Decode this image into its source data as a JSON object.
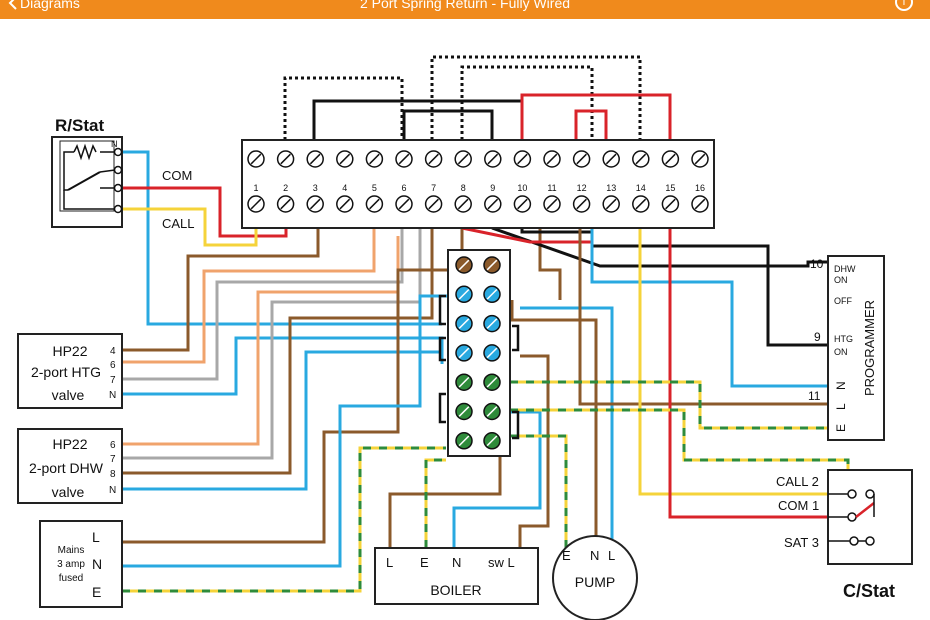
{
  "header": {
    "back_label": "Diagrams",
    "title": "2 Port Spring Return - Fully Wired",
    "info_icon": "info-icon",
    "color": "#f08a1c"
  },
  "rstat": {
    "title": "R/Stat",
    "terminal_n": "N",
    "com": "COM",
    "call": "CALL"
  },
  "terminal_strip": {
    "numbers": [
      "1",
      "2",
      "3",
      "4",
      "5",
      "6",
      "7",
      "8",
      "9",
      "10",
      "11",
      "12",
      "13",
      "14",
      "15",
      "16"
    ]
  },
  "hp22_htg": {
    "line1": "HP22",
    "line2": "2-port HTG",
    "line3": "valve",
    "terminals": [
      "4",
      "6",
      "7",
      "N"
    ]
  },
  "hp22_dhw": {
    "line1": "HP22",
    "line2": "2-port DHW",
    "line3": "valve",
    "terminals": [
      "6",
      "7",
      "8",
      "N"
    ]
  },
  "mains": {
    "line1": "Mains",
    "line2": "3 amp",
    "line3": "fused",
    "terminals": [
      "L",
      "N",
      "E"
    ]
  },
  "boiler": {
    "name": "BOILER",
    "terminals": [
      "L",
      "E",
      "N",
      "sw L"
    ]
  },
  "pump": {
    "name": "PUMP",
    "terminals": [
      "E",
      "N",
      "L"
    ]
  },
  "programmer": {
    "name": "PROGRAMMER",
    "dhw": "DHW",
    "dhw_on": "ON",
    "off": "OFF",
    "htg": "HTG",
    "htg_on": "ON",
    "n": "N",
    "l": "L",
    "e": "E",
    "wire_10": "10",
    "wire_9": "9",
    "wire_11": "11"
  },
  "cstat": {
    "title": "C/Stat",
    "call2": "CALL 2",
    "com1": "COM 1",
    "sat3": "SAT 3"
  },
  "wire_colors": {
    "brown": "#8b5a2b",
    "blue": "#29a9e0",
    "orange": "#f0a36c",
    "grey": "#a8a8a8",
    "red": "#d9232a",
    "yellow": "#f5d33a",
    "green": "#2e8b3a",
    "black": "#111111"
  }
}
